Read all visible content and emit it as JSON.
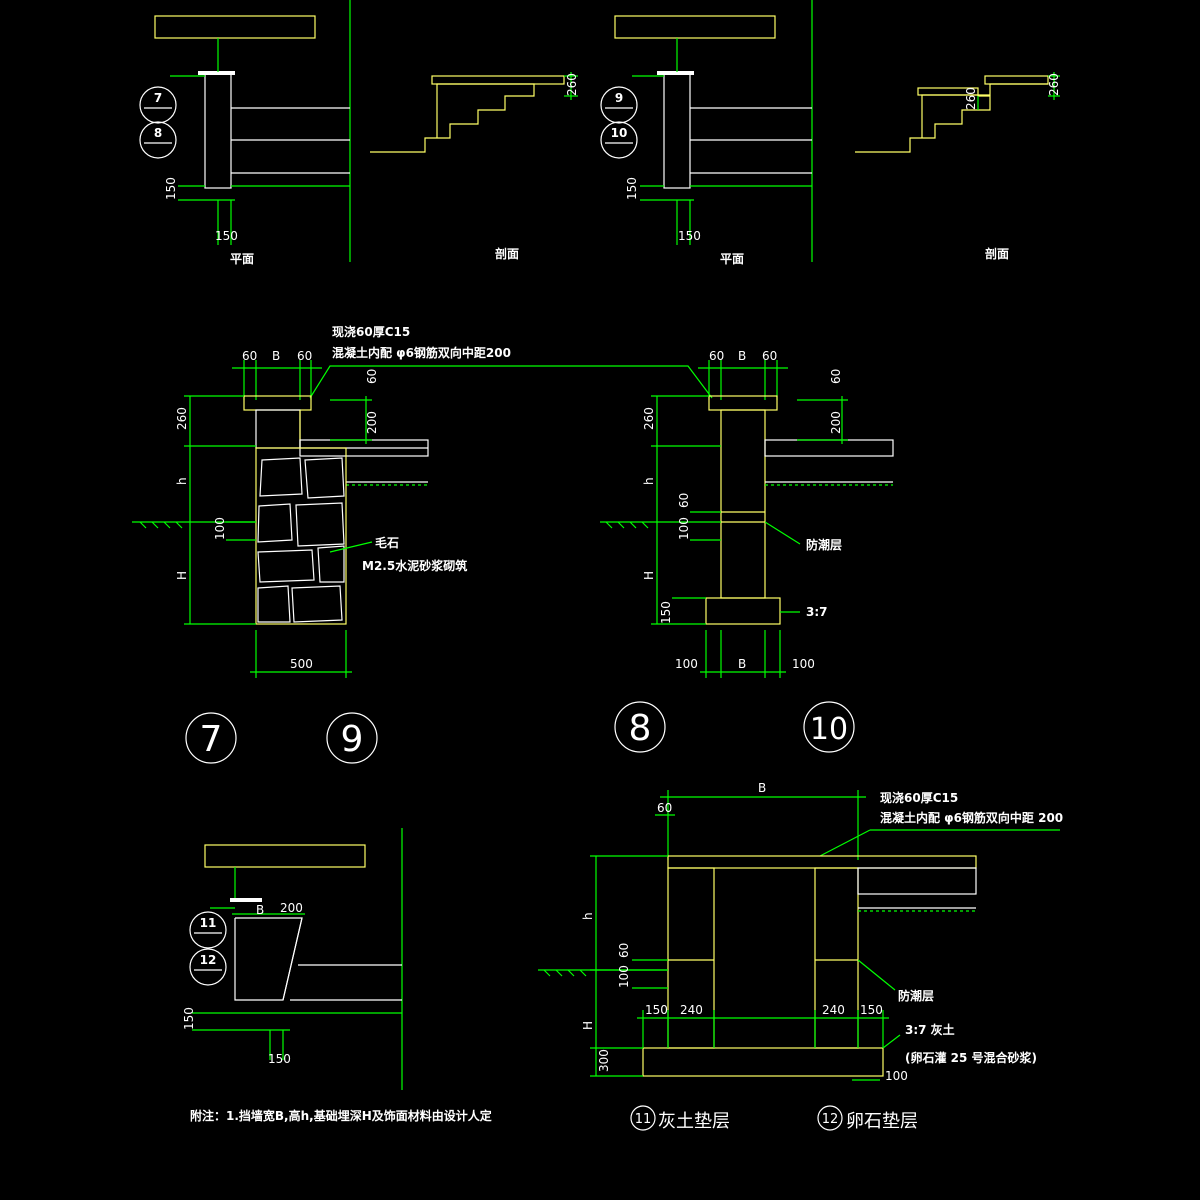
{
  "top_left": {
    "plan_label": "平面",
    "section_label": "剖面",
    "tag_a": "7",
    "tag_b": "8",
    "dim_150_v": "150",
    "dim_150_h": "150",
    "dim_260": "260"
  },
  "top_right": {
    "plan_label": "平面",
    "section_label": "剖面",
    "tag_a": "9",
    "tag_b": "10",
    "dim_150_v": "150",
    "dim_150_h": "150",
    "dim_260_a": "260",
    "dim_260_b": "260"
  },
  "middle": {
    "note_line1": "现浇60厚C15",
    "note_line2": "混凝土内配 φ6钢筋双向中距200",
    "left": {
      "dim_60a": "60",
      "dim_b": "B",
      "dim_60b": "60",
      "dim_60_top": "60",
      "dim_200": "200",
      "dim_260": "260",
      "dim_h": "h",
      "dim_100": "100",
      "dim_H": "H",
      "dim_500": "500",
      "label_stone": "毛石",
      "label_mortar": "M2.5水泥砂浆砌筑"
    },
    "right": {
      "dim_60a": "60",
      "dim_b": "B",
      "dim_60b": "60",
      "dim_60_top": "60",
      "dim_200": "200",
      "dim_260": "260",
      "dim_h": "h",
      "dim_60": "60",
      "dim_100": "100",
      "dim_H": "H",
      "dim_150": "150",
      "dim_100a": "100",
      "dim_b2": "B",
      "dim_100b": "100",
      "label_dpc": "防潮层",
      "label_37": "3:7"
    },
    "circle_7": "7",
    "circle_9": "9",
    "circle_8": "8",
    "circle_10": "10"
  },
  "bottom_left": {
    "tag_a": "11",
    "tag_b": "12",
    "dim_b": "B",
    "dim_200": "200",
    "dim_150_v": "150",
    "dim_150_h": "150",
    "note": "附注：1.挡墙宽B,高h,基础埋深H及饰面材料由设计人定"
  },
  "bottom_right": {
    "note_line1": "现浇60厚C15",
    "note_line2": "混凝土内配 φ6钢筋双向中距 200",
    "dim_b": "B",
    "dim_60": "60",
    "dim_h": "h",
    "dim_60b": "60",
    "dim_100": "100",
    "dim_H": "H",
    "dim_300": "300",
    "dim_150a": "150",
    "dim_240a": "240",
    "dim_240b": "240",
    "dim_150b": "150",
    "dim_100b": "100",
    "label_dpc": "防潮层",
    "label_lime1": "3:7 灰土",
    "label_lime2": "(卵石灌 25 号混合砂浆)",
    "caption_11_num": "11",
    "caption_11": "灰土垫层",
    "caption_12_num": "12",
    "caption_12": "卵石垫层"
  }
}
